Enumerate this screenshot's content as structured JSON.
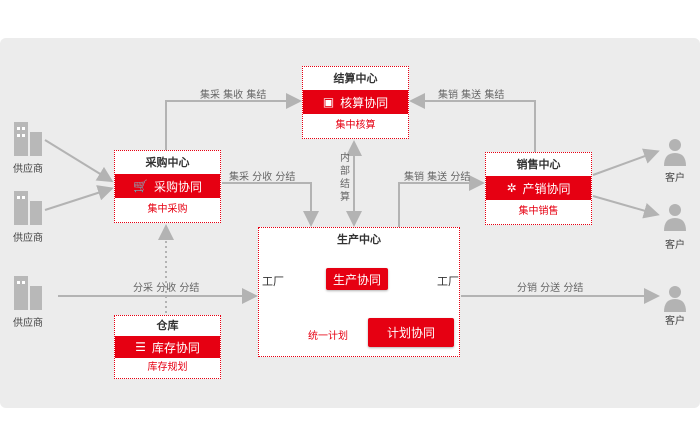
{
  "colors": {
    "accent": "#e60012",
    "line": "#b3b3b3",
    "panel": "#ececec"
  },
  "suppliers": [
    "供应商",
    "供应商",
    "供应商"
  ],
  "customers": [
    "客户",
    "客户",
    "客户"
  ],
  "procurement": {
    "title": "采购中心",
    "bar": "采购协同",
    "sub": "集中采购",
    "icon": "cart-icon"
  },
  "settlement": {
    "title": "结算中心",
    "bar": "核算协同",
    "sub": "集中核算",
    "icon": "monitor-icon"
  },
  "sales": {
    "title": "销售中心",
    "bar": "产销协同",
    "sub": "集中销售",
    "icon": "network-icon"
  },
  "warehouse": {
    "title": "仓库",
    "bar": "库存协同",
    "sub": "库存规划",
    "icon": "database-icon"
  },
  "production": {
    "title": "生产中心",
    "factory_left": "工厂",
    "factory_right": "工厂",
    "prod_coop": "生产协同",
    "plan_coop": "计划协同",
    "unified_plan": "统一计划"
  },
  "flows": {
    "proc_to_settle": "集采 集收 集结",
    "sales_to_settle": "集销 集送 集结",
    "proc_to_prod": "集采 分收 分结",
    "internal": "内部结算",
    "prod_to_sales": "集销 集送 分结",
    "supplier_to_prod": "分采 分收 分结",
    "prod_to_customer": "分销 分送 分结"
  }
}
